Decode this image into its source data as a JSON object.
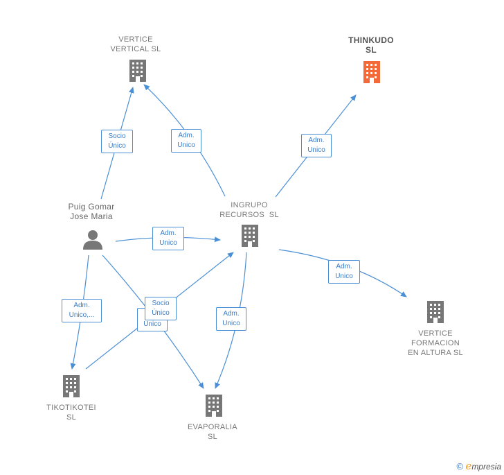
{
  "nodes": {
    "vertice_vertical": {
      "label_line1": "VERTICE",
      "label_line2": "VERTICAL SL"
    },
    "thinkudo": {
      "label_line1": "THINKUDO",
      "label_line2": "SL"
    },
    "ingrupo": {
      "label_line1": "INGRUPO",
      "label_line2": "RECURSOS  SL"
    },
    "puig": {
      "label_line1": "Puig Gomar",
      "label_line2": "Jose Maria"
    },
    "vertice_formacion": {
      "label_line1": "VERTICE",
      "label_line2": "FORMACION",
      "label_line3": "EN ALTURA SL"
    },
    "tikotikotei": {
      "label_line1": "TIKOTIKOTEI",
      "label_line2": "SL"
    },
    "evaporalia": {
      "label_line1": "EVAPORALIA",
      "label_line2": "SL"
    }
  },
  "edges": {
    "puig_vertical": {
      "line1": "Socio",
      "line2": "Único"
    },
    "ingrupo_vertical": {
      "line1": "Adm.",
      "line2": "Unico"
    },
    "ingrupo_thinkudo": {
      "line1": "Adm.",
      "line2": "Unico"
    },
    "puig_ingrupo": {
      "line1": "Adm.",
      "line2": "Unico"
    },
    "ingrupo_formacion": {
      "line1": "Adm.",
      "line2": "Unico"
    },
    "puig_tikotikotei": {
      "line1": "Adm.",
      "line2": "Unico,..."
    },
    "puig_evaporalia": {
      "line1": "S",
      "line2": "Unico"
    },
    "tikotikotei_ingrupo": {
      "line1": "Socio",
      "line2": "Único"
    },
    "ingrupo_evaporalia": {
      "line1": "Adm.",
      "line2": "Unico"
    }
  },
  "colors": {
    "edge": "#4a8fd6",
    "building": "#777777",
    "highlight": "#f26a3a",
    "person": "#777777"
  },
  "icons": {
    "company": "building-icon",
    "person": "person-icon",
    "copyright": "copyright-icon"
  },
  "brand": {
    "symbol": "©",
    "initial": "e",
    "rest": "mpresia"
  }
}
